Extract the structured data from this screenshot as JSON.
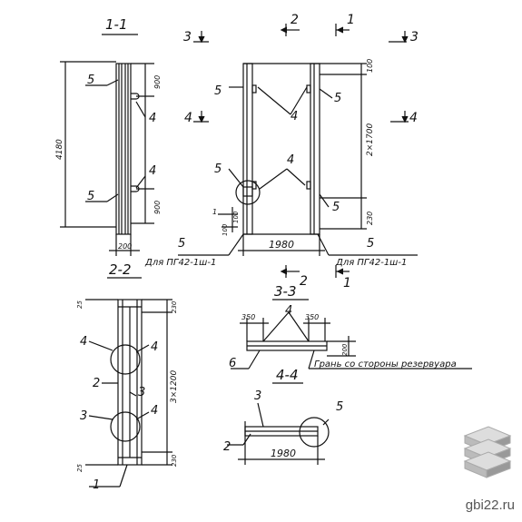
{
  "watermark": "gbi22.ru",
  "views": {
    "section_1_1": {
      "title": "1-1",
      "labels": {
        "l5_top": "5",
        "l4_top": "4",
        "l4_bottom": "4",
        "l5_bottom": "5"
      },
      "dims": {
        "overall_height": "4180",
        "top_900": "900",
        "bottom_900": "900",
        "bottom_200": "200"
      }
    },
    "section_arrows": {
      "a3_left": "3",
      "a2_top": "2",
      "a1_top": "1",
      "a3_right": "3",
      "a4_left": "4",
      "a4_right": "4",
      "a2_bottom": "2",
      "a1_bottom": "1"
    },
    "elevation": {
      "labels": {
        "l5_tl": "5",
        "l4_mid": "4",
        "l5_tr": "5",
        "l5_center": "5",
        "l4_center": "4",
        "l5_br": "5",
        "l5_under": "5",
        "l5_under_r": "5"
      },
      "dims": {
        "top_100": "100",
        "span_2x1700": "2×1700",
        "bottom_230": "230",
        "width_1980": "1980",
        "small_100": "100",
        "small_100b": "100",
        "small_1": "1"
      },
      "notes": {
        "left": "Для ПГ42-1ш-1",
        "right": "Для ПГ42-1ш-1"
      }
    },
    "section_2_2": {
      "title": "2-2",
      "labels": {
        "l4_a": "4",
        "l4_b": "4",
        "l2": "2",
        "l3_a": "3",
        "l3_b": "3",
        "l4_c": "4",
        "l1": "1"
      },
      "dims": {
        "top_25": "25",
        "top_230": "230",
        "span_3x1200": "3×1200",
        "bottom_230": "230",
        "bottom_25": "25"
      }
    },
    "section_3_3": {
      "title": "3-3",
      "labels": {
        "l4": "4",
        "l6": "6"
      },
      "dims": {
        "left_350": "350",
        "right_350": "350",
        "height_200": "200"
      },
      "note": "Грань со стороны резервуара"
    },
    "section_4_4": {
      "title": "4-4",
      "labels": {
        "l3": "3",
        "l5": "5",
        "l2": "2"
      },
      "dims": {
        "width_1980": "1980"
      }
    }
  }
}
